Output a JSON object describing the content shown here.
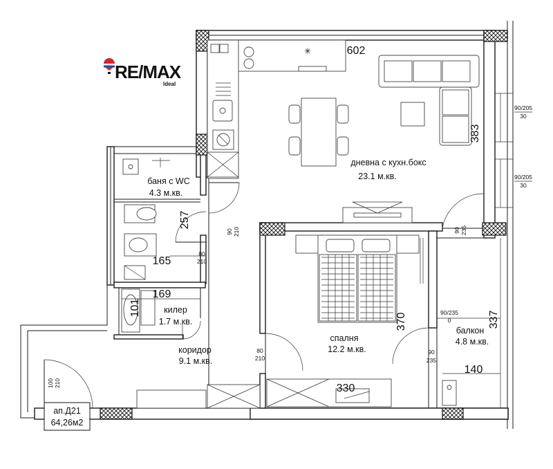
{
  "brand": {
    "logo_text": "RE/MAX",
    "logo_sub": "Ideal",
    "colors": {
      "red": "#d7262e",
      "blue": "#1e4d9b",
      "ink": "#111111"
    }
  },
  "rooms": {
    "living": {
      "name": "дневна с кухн.бокс",
      "area": "23.1 м.кв."
    },
    "bath": {
      "name": "баня с WC",
      "area": "4.3 м.кв."
    },
    "closet": {
      "name": "килер",
      "area": "1.7 м.кв."
    },
    "corridor": {
      "name": "коридор",
      "area": "9.1 м.кв."
    },
    "bedroom": {
      "name": "спалня",
      "area": "12.2 м.кв."
    },
    "balcony": {
      "name": "балкон",
      "area": "4.8 м.кв."
    }
  },
  "dimensions": {
    "d602": "602",
    "d383": "383",
    "d257": "257",
    "d165": "165",
    "d169": "169",
    "d101": "101",
    "d370": "370",
    "d337": "337",
    "d140": "140",
    "d330": "330"
  },
  "door_labels": {
    "win1_top": "90/205",
    "win1_bot": "30",
    "win2_top": "90/205",
    "win2_bot": "30",
    "corr_top": "90",
    "corr_bot": "210",
    "living_top": "90",
    "living_bot": "235",
    "bath_top": "80",
    "bath_bot": "210",
    "bed_top": "80",
    "bed_bot": "210",
    "balc_top": "90/235",
    "balc_bot": "0",
    "balc2_top": "90",
    "balc2_bot": "235",
    "entry_top": "100",
    "entry_bot": "210"
  },
  "apartment": {
    "id": "ап.Д21",
    "area": "64,26м2"
  }
}
